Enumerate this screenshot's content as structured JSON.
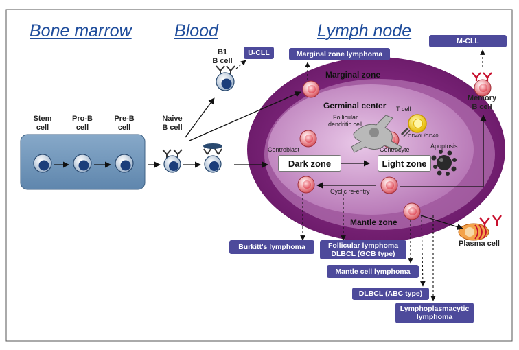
{
  "headers": {
    "bone_marrow": "Bone marrow",
    "blood": "Blood",
    "lymph_node": "Lymph node"
  },
  "cells": {
    "stem": "Stem\ncell",
    "pro_b": "Pro-B\ncell",
    "pre_b": "Pre-B\ncell",
    "naive_b": "Naive\nB cell",
    "b1": "B1\nB cell",
    "memory_b": "Memory\nB cell",
    "plasma": "Plasma cell",
    "centroblast": "Centroblast",
    "centrocyte": "Centrocyte",
    "t_cell": "T cell",
    "fdc": "Follicular\ndendritic cell",
    "cd40": "CD40L/CD40",
    "apoptosis": "Apoptosis"
  },
  "zones": {
    "marginal": "Marginal zone",
    "germinal": "Germinal center",
    "mantle": "Mantle zone",
    "dark": "Dark zone",
    "light": "Light zone",
    "cyclic": "Cyclic re-entry"
  },
  "lymphomas": {
    "u_cll": "U-CLL",
    "m_cll": "M-CLL",
    "marginal_zone": "Marginal zone lymphoma",
    "burkitt": "Burkitt's lymphoma",
    "follicular": "Follicular lymphoma\nDLBCL (GCB type)",
    "mantle_cell": "Mantle cell lymphoma",
    "dlbcl_abc": "DLBCL (ABC type)",
    "lymphoplasmacytic": "Lymphoplasmacytic\nlymphoma"
  },
  "colors": {
    "header": "#1f4d9c",
    "tag_bg": "#4d4a9b",
    "marginal_zone": "#7a1f78",
    "germinal_center": "#b978b8",
    "bone_marrow_box": "#6d93b8",
    "cell_nucleus": "#1b3d7a",
    "gc_cell": "#e07d86",
    "antibody": "#c8102e"
  }
}
